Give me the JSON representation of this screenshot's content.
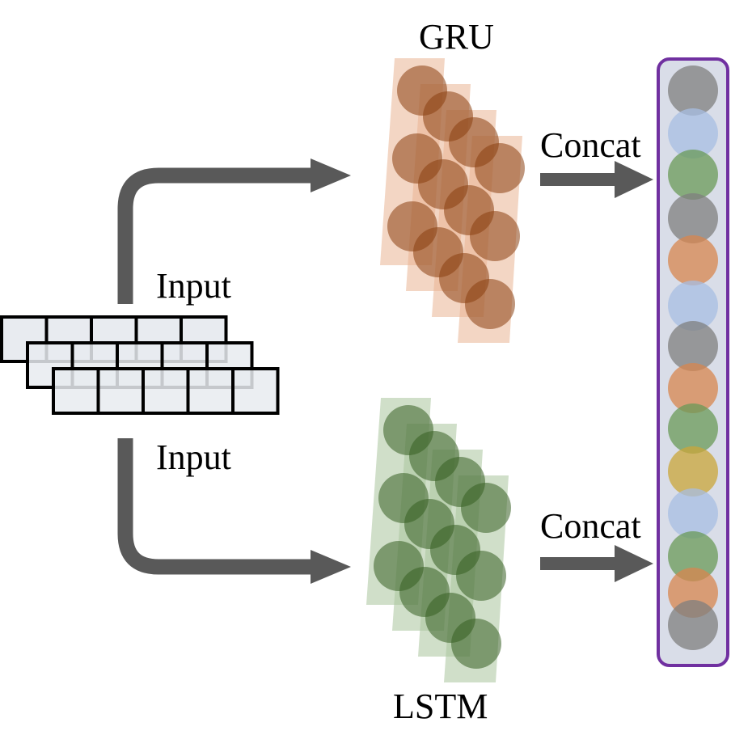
{
  "labels": {
    "gru": "GRU",
    "lstm": "LSTM",
    "input_top": "Input",
    "input_bottom": "Input",
    "concat_top": "Concat",
    "concat_bottom": "Concat"
  },
  "input_grid": {
    "layers": 3,
    "cells_per_layer": 5
  },
  "gru": {
    "panels": 4,
    "units_per_panel": 3,
    "panel_color": "#e9b494",
    "unit_color": "#8a3f10"
  },
  "lstm": {
    "panels": 4,
    "units_per_panel": 3,
    "panel_color": "#a9c49c",
    "unit_color": "#365f22"
  },
  "output_vector": {
    "border_color": "#7030a0",
    "fill_color": "#d9dde8",
    "units": [
      "gray",
      "blue",
      "green",
      "gray",
      "orange",
      "blue",
      "gray",
      "orange",
      "green",
      "yellow",
      "blue",
      "green",
      "orange",
      "gray"
    ]
  },
  "colors": {
    "gray": "#7f7f7f",
    "blue": "#a7bde3",
    "green": "#6a9a58",
    "orange": "#d7864f",
    "yellow": "#c9a53a",
    "arrow": "#595959"
  }
}
